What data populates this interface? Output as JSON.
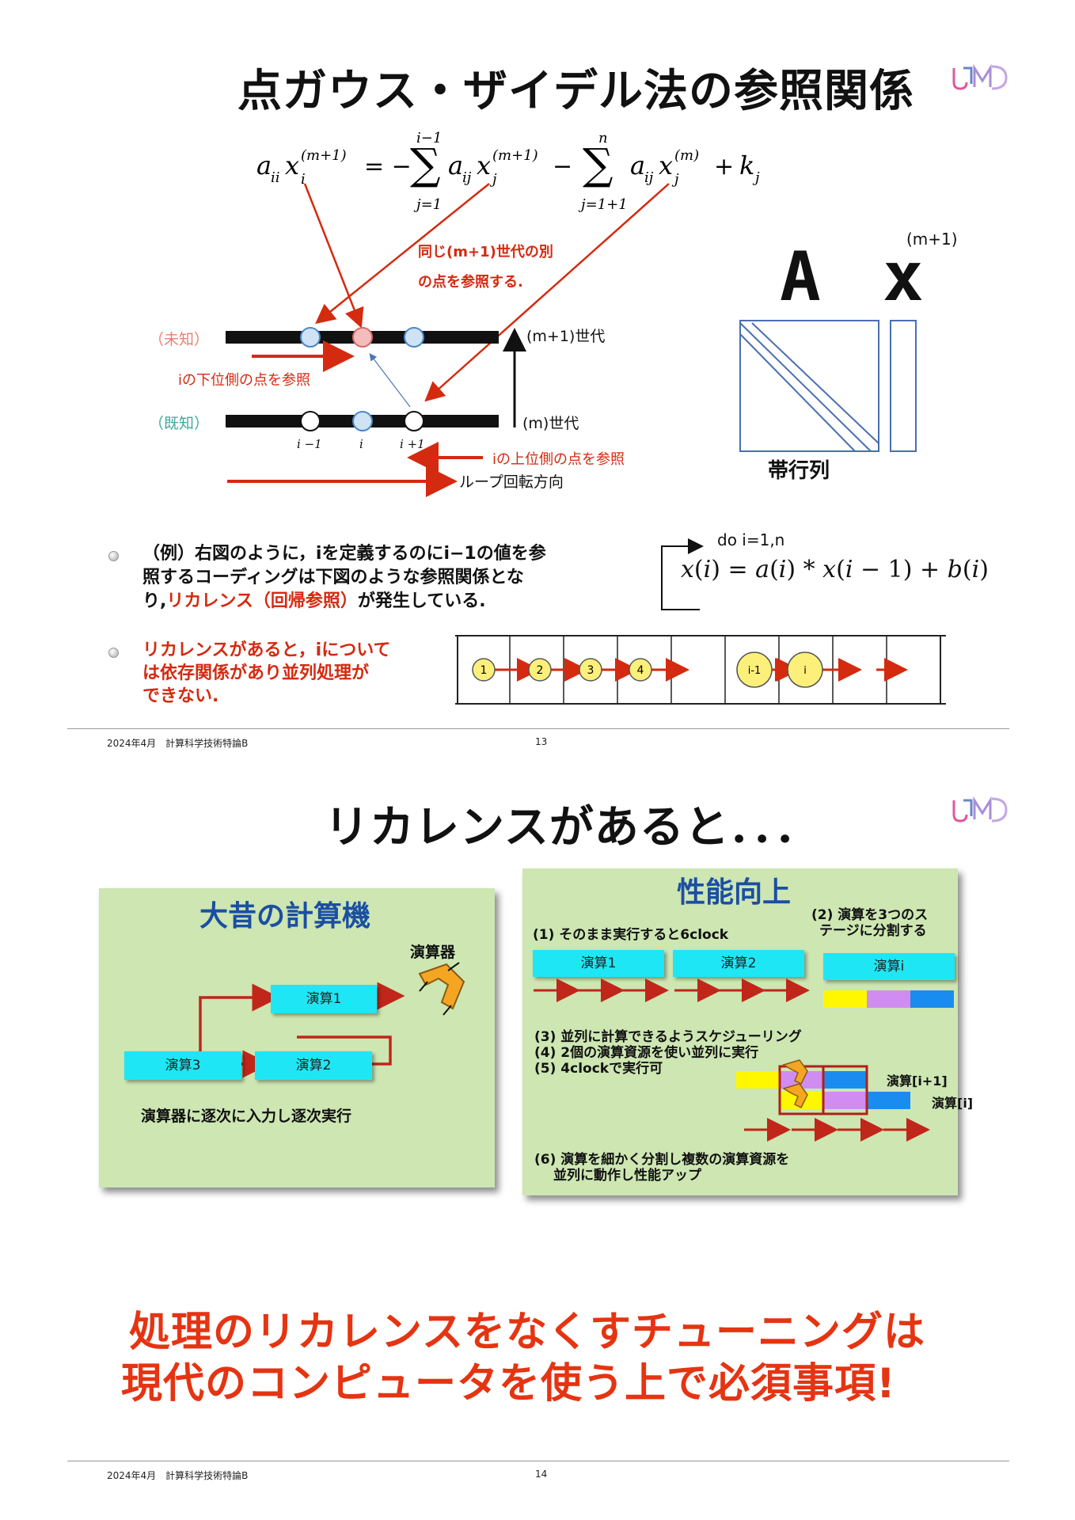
{
  "slide1": {
    "title": "点ガウス・ザイデル法の参照関係",
    "annotation_same_gen": [
      "同じ(m+1)世代の別",
      "の点を参照する."
    ],
    "label_unknown": "（未知）",
    "label_known": "（既知）",
    "label_gen_next": "(m+1)世代",
    "label_gen_cur": "(m)世代",
    "label_lower_ref": "iの下位側の点を参照",
    "label_upper_ref": "iの上位側の点を参照",
    "label_loop": "ループ回転方向",
    "idx_labels": [
      "i −1",
      "i",
      "i +1"
    ],
    "matrix_A": "A",
    "matrix_x": "x",
    "matrix_sup": "(m+1)",
    "band_label": "帯行列",
    "bullet1_parts": [
      "（例）右図のように，iを定義するのにi−1の値を参",
      "照するコーディングは下図のような参照関係とな",
      "り,",
      "リカレンス（回帰参照）",
      "が発生している."
    ],
    "bullet2_lines": [
      "リカレンスがあると，iについて",
      "は依存関係があり並列処理が",
      "できない."
    ],
    "loop_header": "do i=1,n",
    "chain_nodes": [
      "1",
      "2",
      "3",
      "4",
      "i-1",
      "i"
    ],
    "footer_left": "2024年4月　計算科学技術特論B",
    "page_number": "13",
    "colors": {
      "accent_red": "#d42a10",
      "circle_blue": "#cfe3f5",
      "circle_pink": "#f5bcbc",
      "node_yellow": "#fdf07a"
    }
  },
  "slide2": {
    "title": "リカレンスがあると．．．",
    "left_panel": {
      "title": "大昔の計算機",
      "unit_label": "演算器",
      "ops": [
        "演算1",
        "演算3",
        "演算2"
      ],
      "caption": "演算器に逐次に入力し逐次実行"
    },
    "right_panel": {
      "title": "性能向上",
      "step1": "(1) そのまま実行すると6clock",
      "step2": [
        "(2) 演算を3つのス",
        "テージに分割する"
      ],
      "ops": [
        "演算1",
        "演算2",
        "演算i"
      ],
      "steps345": [
        "(3) 並列に計算できるようスケジューリング",
        "(4) 2個の演算資源を使い並列に実行",
        "(5) 4clockで実行可"
      ],
      "stage_labels": [
        "演算[i+1]",
        "演算[i]"
      ],
      "step6": [
        "(6) 演算を細かく分割し複数の演算資源を",
        "並列に動作し性能アップ"
      ]
    },
    "conclusion": [
      "処理のリカレンスをなくすチューニングは",
      "現代のコンピュータを使う上で必須事項!"
    ],
    "footer_left": "2024年4月　計算科学技術特論B",
    "page_number": "14",
    "colors": {
      "panel_green": "#cde6b2",
      "cyan": "#1fe6f4",
      "title_blue": "#1b4fa3",
      "conclusion_red": "#e53412"
    }
  }
}
